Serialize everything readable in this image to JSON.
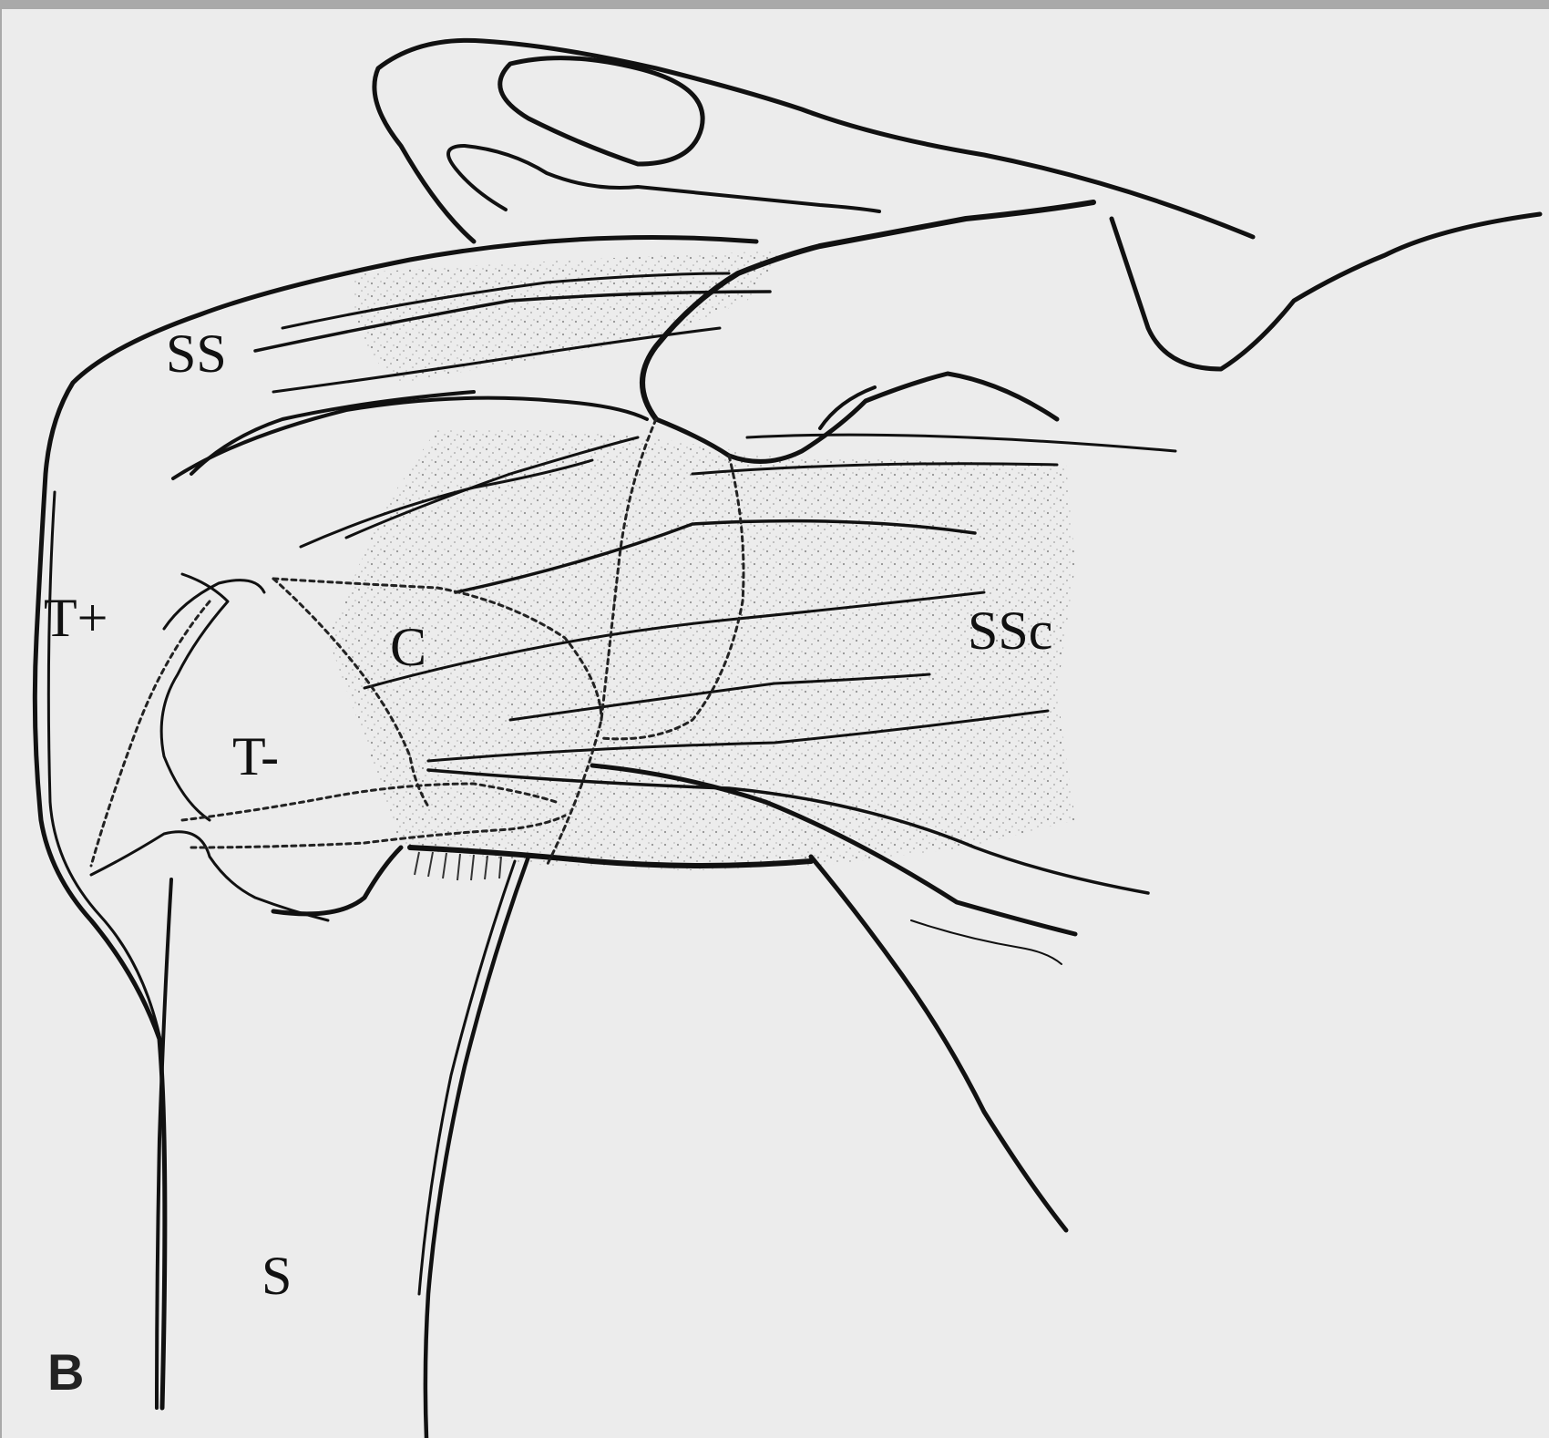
{
  "figure": {
    "panel_letter": "B",
    "labels": {
      "ss": "SS",
      "t_plus": "T+",
      "c": "C",
      "ssc": "SSc",
      "t_minus": "T-",
      "s": "S"
    },
    "colors": {
      "background": "#ececec",
      "frame": "#a9a9a9",
      "ink": "#111111",
      "stipple": "#9a9a9a"
    }
  }
}
